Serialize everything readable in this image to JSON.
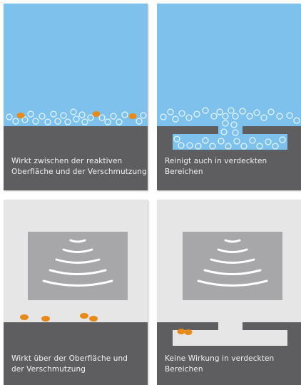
{
  "colors": {
    "liquid": "#7ec1ec",
    "ground": "#5e5e61",
    "air": "#e6e6e6",
    "transducer": "#a7a7a9",
    "bubble": "#dff1fd",
    "dirt": "#e68a1a",
    "caption_text": "#f2f2f2"
  },
  "icons": [
    "cavitation-bubble-icon",
    "dirt-particle-icon",
    "ultrasound-wave-icon"
  ],
  "panels": {
    "p1": {
      "caption": [
        "Wirkt zwischen der reaktiven",
        "Oberfläche und der Verschmutzung"
      ]
    },
    "p2": {
      "caption": [
        "Reinigt auch in verdeckten",
        "Bereichen"
      ]
    },
    "p3": {
      "caption": [
        "Wirkt über der Oberfläche und",
        "der Verschmutzung"
      ]
    },
    "p4": {
      "caption": [
        "Keine Wirkung in verdeckten",
        "Bereichen"
      ]
    }
  }
}
